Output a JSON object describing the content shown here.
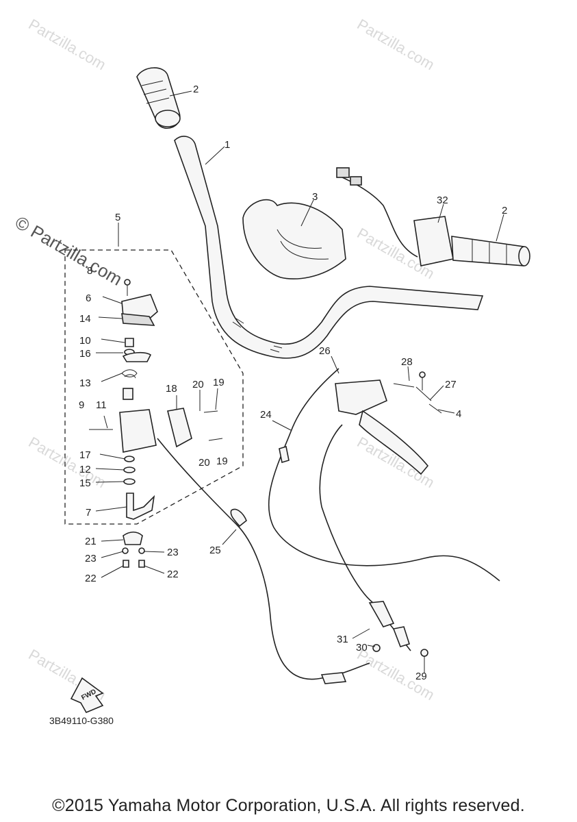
{
  "callouts": [
    "1",
    "2",
    "2",
    "3",
    "4",
    "5",
    "6",
    "7",
    "8",
    "9",
    "10",
    "11",
    "12",
    "13",
    "14",
    "15",
    "16",
    "17",
    "18",
    "19",
    "19",
    "20",
    "20",
    "21",
    "22",
    "22",
    "23",
    "23",
    "24",
    "25",
    "26",
    "27",
    "28",
    "29",
    "30",
    "31",
    "32"
  ],
  "watermark": "Partzilla.com",
  "watermark_prominent": "© Partzilla.com",
  "fwd_label": "FWD",
  "diagram_code": "3B49110-G380",
  "copyright": "©2015 Yamaha Motor Corporation, U.S.A. All rights reserved."
}
